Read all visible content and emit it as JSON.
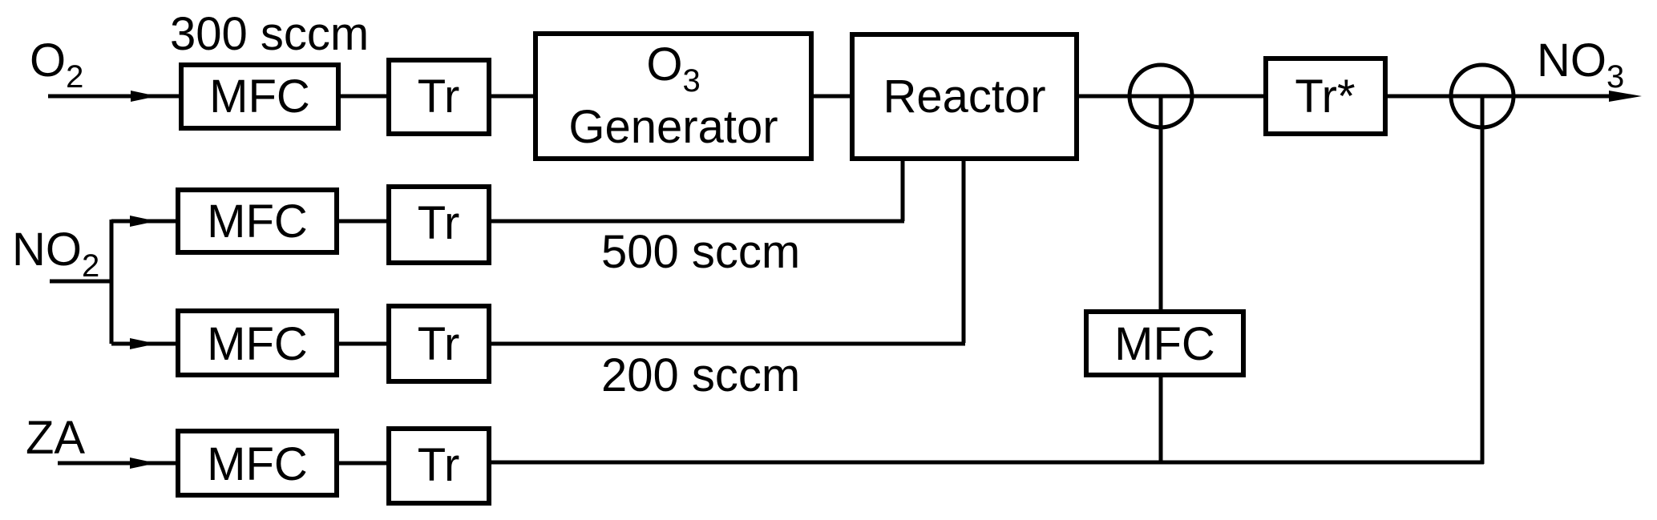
{
  "diagram": {
    "inputs": {
      "o2": {
        "main": "O",
        "sub": "2"
      },
      "no2": {
        "main": "NO",
        "sub": "2"
      },
      "za": {
        "main": "ZA"
      }
    },
    "output": {
      "main": "NO",
      "sub": "3"
    },
    "flow_labels": {
      "o2_flow": "300 sccm",
      "no2_upper_flow": "500 sccm",
      "no2_lower_flow": "200 sccm"
    },
    "blocks": {
      "mfc_o2": "MFC",
      "tr_o2": "Tr",
      "o3_generator_line1_main": "O",
      "o3_generator_line1_sub": "3",
      "o3_generator_line2": "Generator",
      "reactor": "Reactor",
      "mfc_no2_upper": "MFC",
      "tr_no2_upper": "Tr",
      "mfc_no2_lower": "MFC",
      "tr_no2_lower": "Tr",
      "mfc_za": "MFC",
      "tr_za": "Tr",
      "mfc_dilution": "MFC",
      "tr_star": "Tr*"
    }
  }
}
